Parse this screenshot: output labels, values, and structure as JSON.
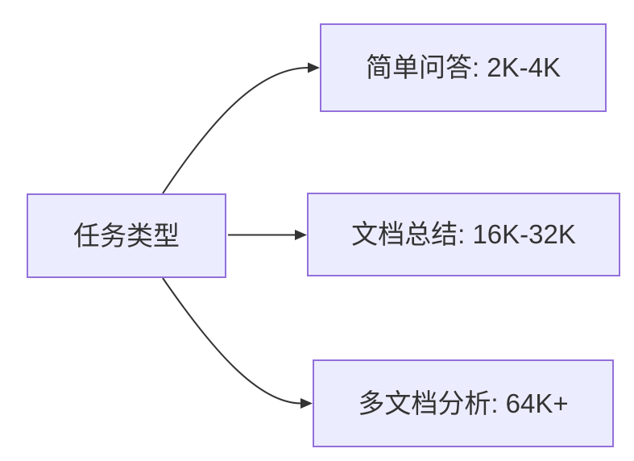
{
  "diagram": {
    "type": "flowchart",
    "direction": "left-to-right",
    "colors": {
      "background": "#FFFFFF",
      "node_fill": "#ECECFF",
      "node_border": "#9370DB",
      "edge": "#333333",
      "text": "#333333"
    },
    "nodes": [
      {
        "id": "root",
        "label": "任务类型"
      },
      {
        "id": "simple-qa",
        "label": "简单问答: 2K-4K"
      },
      {
        "id": "doc-summary",
        "label": "文档总结: 16K-32K"
      },
      {
        "id": "multi-doc",
        "label": "多文档分析: 64K+"
      }
    ],
    "edges": [
      {
        "from": "任务类型",
        "to": "简单问答: 2K-4K"
      },
      {
        "from": "任务类型",
        "to": "文档总结: 16K-32K"
      },
      {
        "from": "任务类型",
        "to": "多文档分析: 64K+"
      }
    ]
  }
}
